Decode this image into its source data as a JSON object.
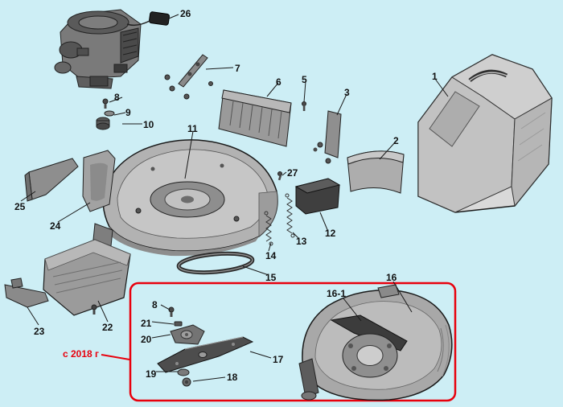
{
  "colors": {
    "background": "#cdeef5",
    "highlight": "#e8000d",
    "label": "#111111"
  },
  "note": {
    "text": "с 2018 г"
  },
  "labels": {
    "p1": "1",
    "p2": "2",
    "p3": "3",
    "p5": "5",
    "p6": "6",
    "p7": "7",
    "p8a": "8",
    "p8b": "8",
    "p9": "9",
    "p10": "10",
    "p11": "11",
    "p12": "12",
    "p13": "13",
    "p14": "14",
    "p15": "15",
    "p16": "16",
    "p16_1": "16-1",
    "p17": "17",
    "p18": "18",
    "p19": "19",
    "p20": "20",
    "p21": "21",
    "p22": "22",
    "p23": "23",
    "p24": "24",
    "p25": "25",
    "p26": "26",
    "p27": "27"
  }
}
